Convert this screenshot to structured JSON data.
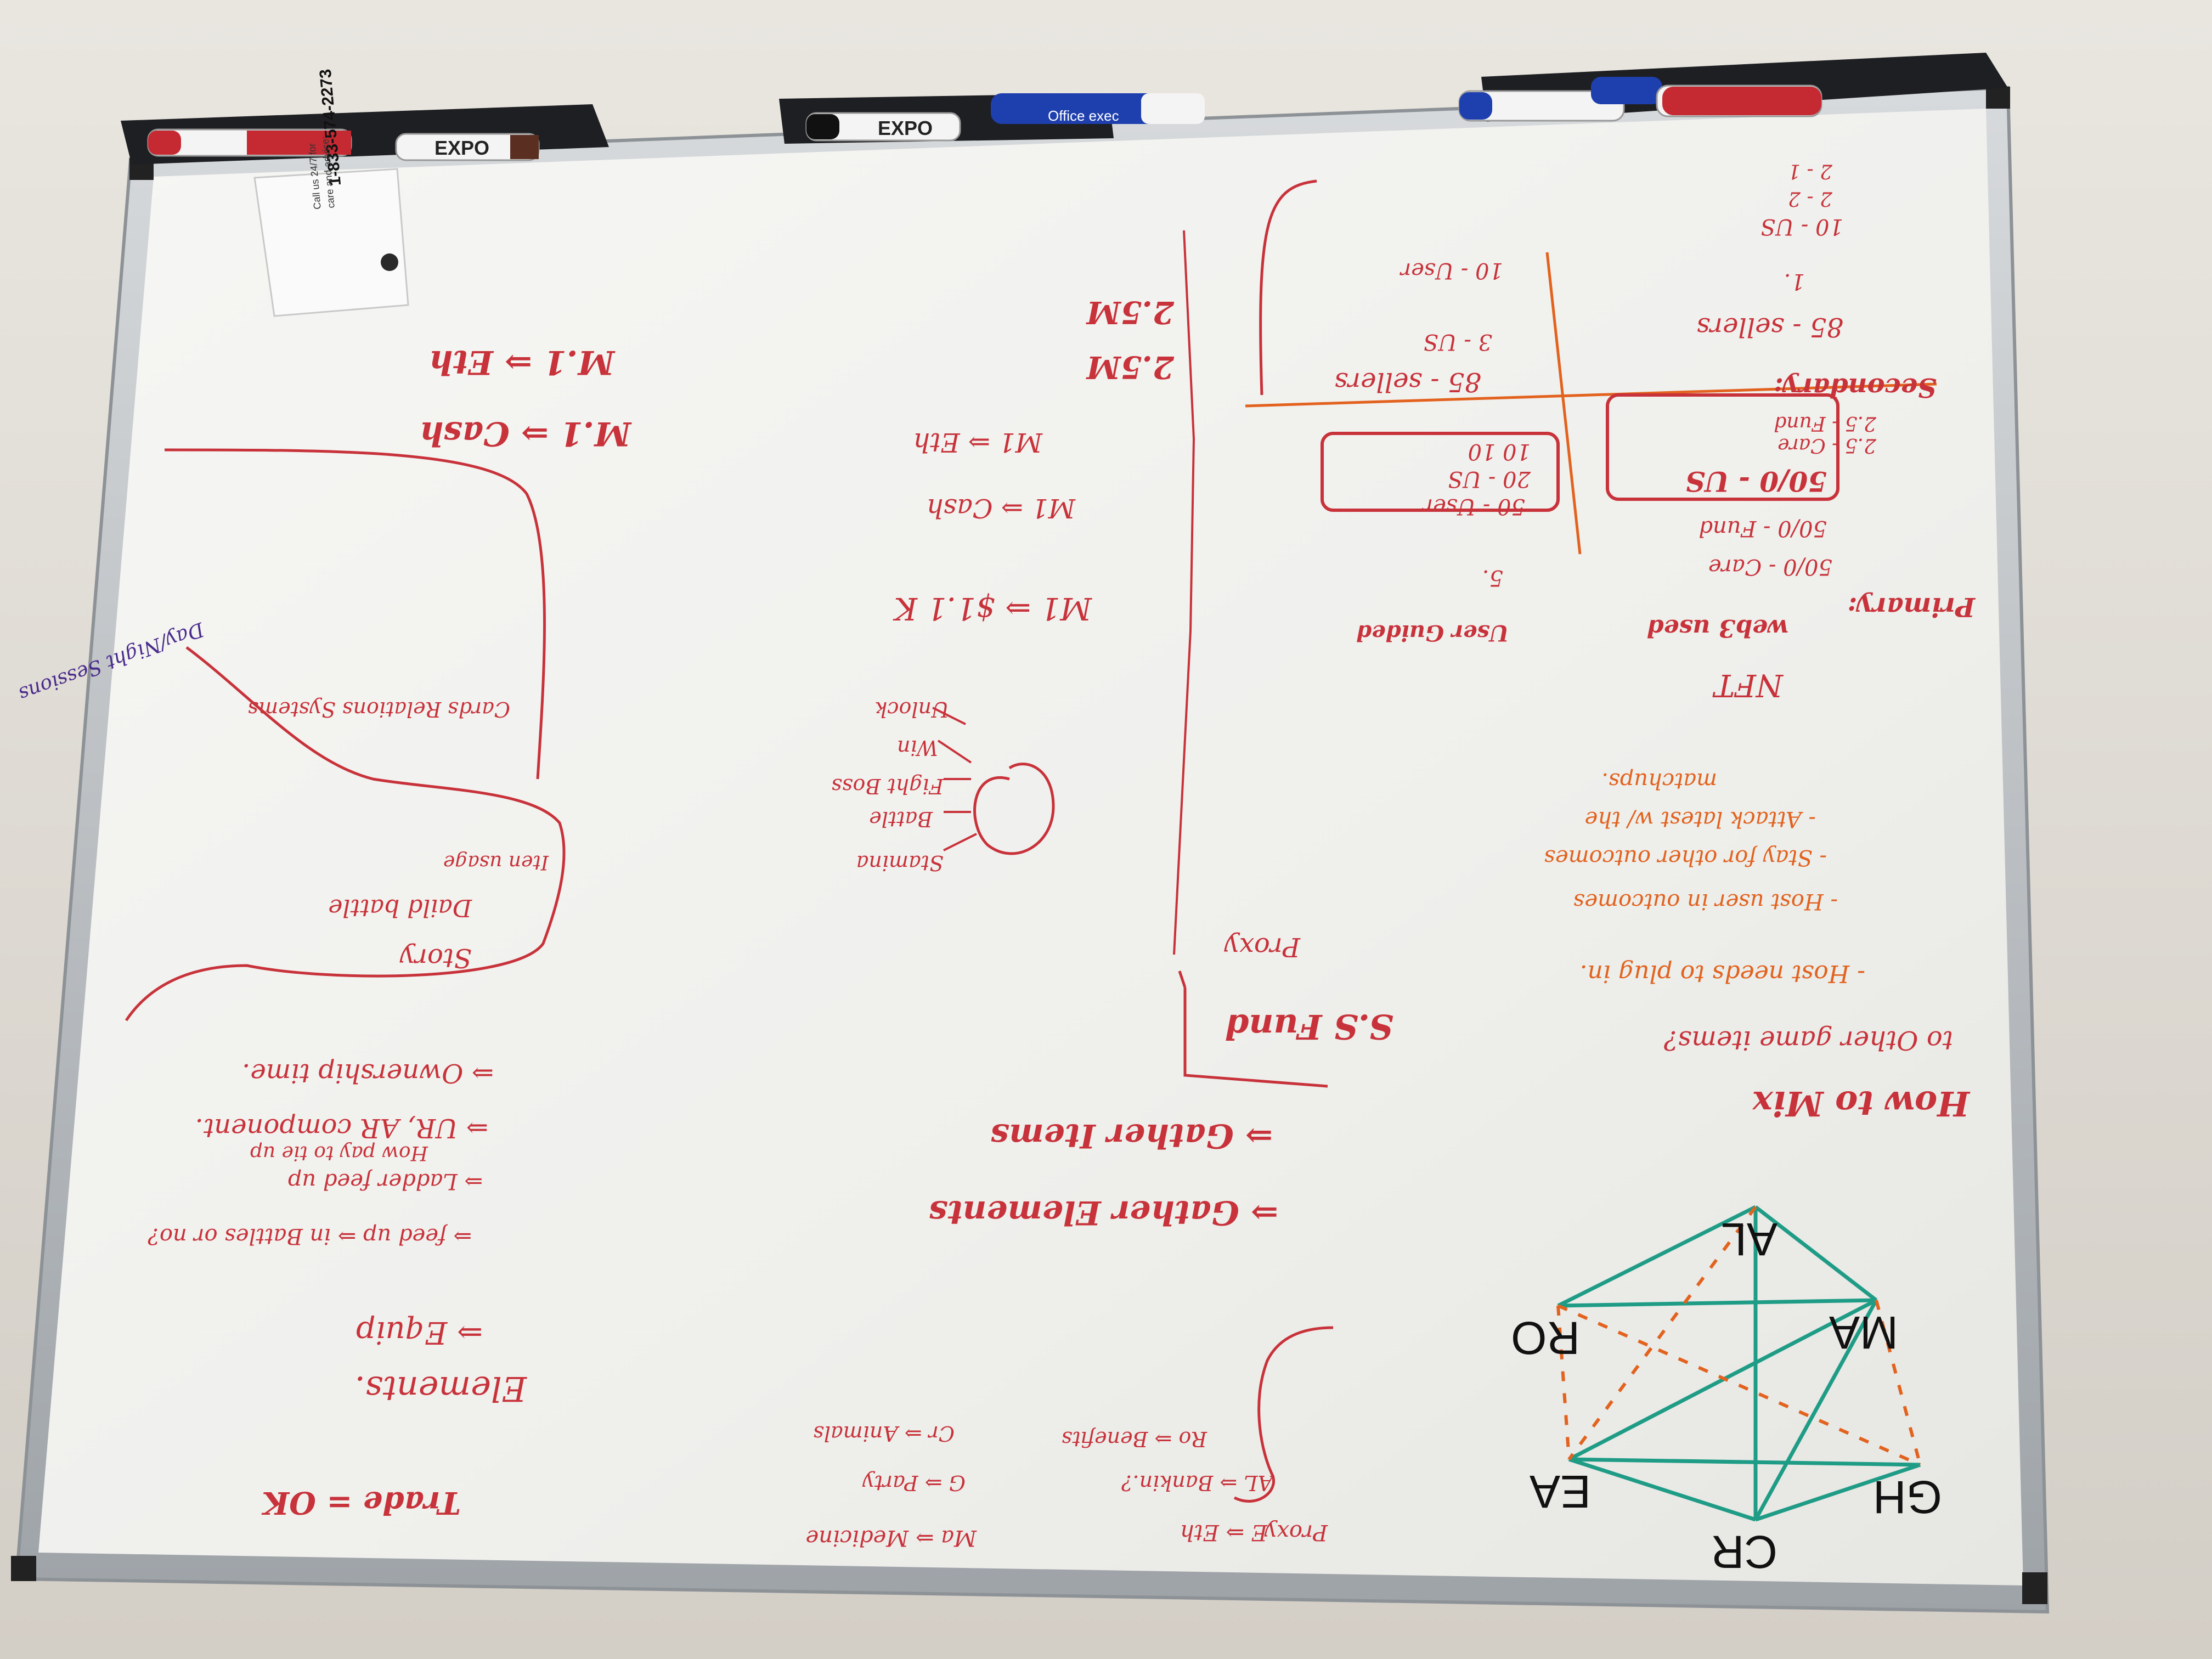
{
  "colors": {
    "wall": "#e3dfd8",
    "board_surface": "#f1f1ef",
    "frame": "#b8bcc0",
    "ink_red": "#c8323a",
    "ink_orange": "#e2621e",
    "ink_teal": "#1f9c86",
    "ink_black": "#111111",
    "ink_purple": "#4a2b8c"
  },
  "markers": {
    "expo_label": "EXPO",
    "office_label": "Office exec"
  },
  "sticker": {
    "phone": "1-833-574-2273",
    "line1": "Call us 24/7 for",
    "line2": "care and advice:"
  },
  "notes": {
    "trade": "Trade = OK",
    "elements": "Elements.",
    "equip": "⇒ Equip",
    "feed_up": "⇒ feed up ⇒ in Battles or no?",
    "ladder_feed": "⇒ Ladder feed up",
    "how_pay": "How pay to tie up",
    "ur_ar": "⇒ UR, AR component.",
    "ownership": "⇒ Ownership time.",
    "story": "Story",
    "dailed_battle": "Daild battle",
    "iten_usage": "Iten usage",
    "cards_rel": "Cards Relations Systems",
    "daily_sessions": "Day/Night Sessions",
    "mult_eth": "M.1 ⇒ Eth",
    "mult_cash": "M.1 ⇒ Cash",
    "s25": "2.5M",
    "s25b": "2.5M",
    "m1_eth": "M1 ⇒ Eth",
    "m1_cash": "M1 ⇒ Cash",
    "m1_ctk": "M1 ⇒ $1.1 K",
    "cyc_stamina": "Stamina",
    "cyc_battle": "Battle",
    "cyc_fight": "Fight Boss",
    "cyc_win": "Win",
    "cyc_unlock": "Unlock",
    "gather_items": "⇒ Gather Items",
    "gather_elements": "⇒ Gather Elements",
    "fund_s": "S.S Fund",
    "proxy": "Proxy",
    "proxy_bottom": "Proxy",
    "e_eth": "E ⇒ Eth",
    "al_bank": "AL ⇒ Bankin.?",
    "ro_benefits": "Ro ⇒ Benefits",
    "m_medicine": "Ma ⇒ Medicine",
    "g_party": "G ⇒ Party",
    "cr_animals": "Cr ⇒ Animals",
    "how_to_mix": "How to Mix",
    "to_other": "to Other game items?",
    "host_needs": "- Host needs to plug in.",
    "host_user": "- Host user in outcomes",
    "stay_other": "- Stay for other outcomes",
    "attack": "- Attack latest w/ the",
    "matchups": "matchups.",
    "primary": "Primary:",
    "secondary": "Secondary:",
    "nft": "NFT",
    "web3": "web3 used",
    "user_guided": "User Guided",
    "fifty_care": "50/0 - Care",
    "fifty_fund": "50/0 - Fund",
    "fifty_us": "50/0 - US",
    "fifty_user": "50 - User",
    "twenty_us": "20 - US",
    "ten": "10   10",
    "two_care": "2.5 - Care",
    "two_fund": "2.5 - Fund",
    "s85_sellers": "85 - sellers",
    "s85_sell": "85 - sellers",
    "three_us": "3 - US",
    "ten_user": "10 - User",
    "ten_us": "10 - US",
    "two_a": "2 - 1",
    "two_b": "2 - 2",
    "dot1": "1.",
    "dot2": "5."
  },
  "diagram": {
    "labels": [
      "AL",
      "MA",
      "GH",
      "CR",
      "EA",
      "RO"
    ]
  }
}
